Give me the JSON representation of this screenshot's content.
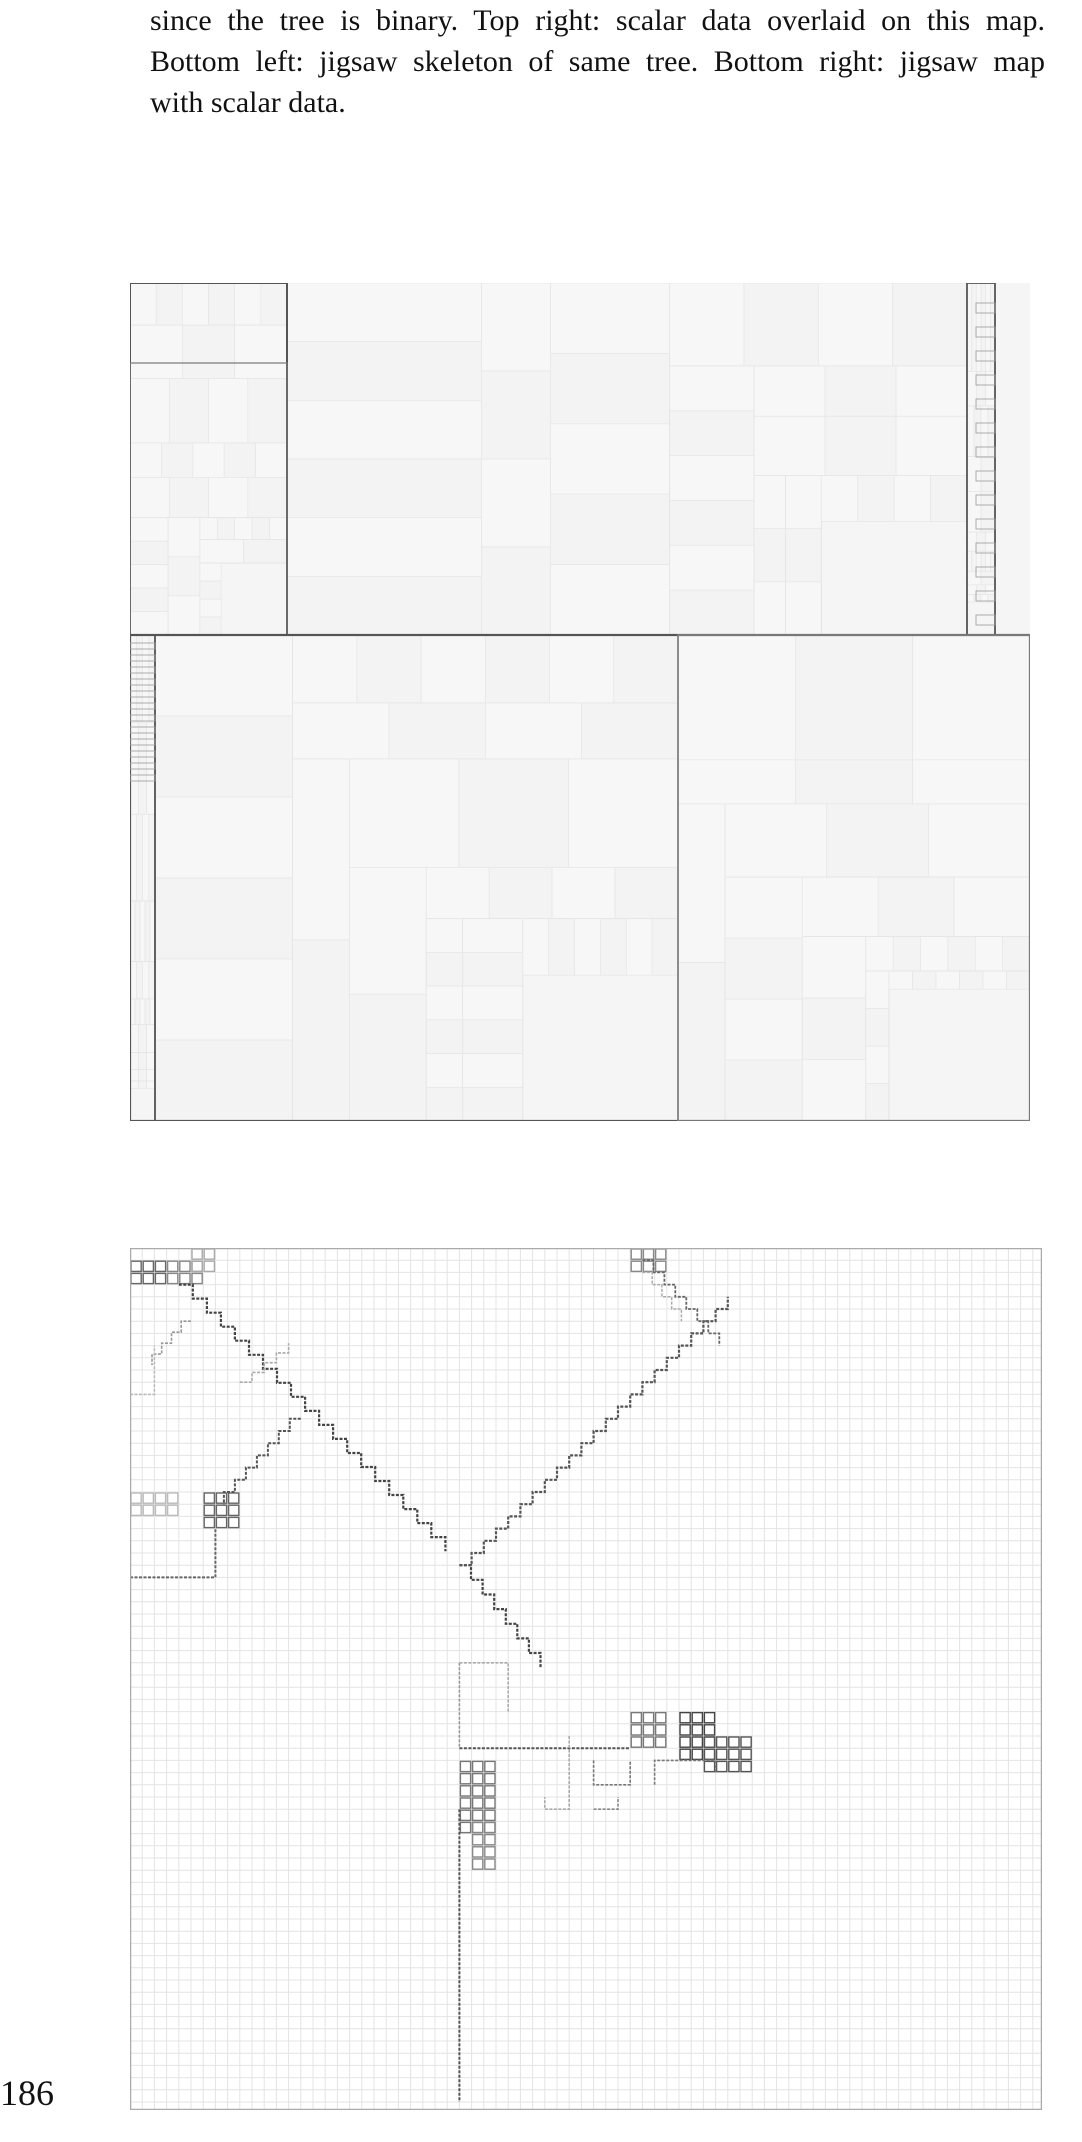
{
  "caption": {
    "lines": [
      "since the tree is binary. Top right: scalar data overlaid on this map.",
      "Bottom left: jigsaw skeleton of same tree. Bottom right: jigsaw map",
      "with scalar data."
    ]
  },
  "figures": {
    "treemap": "nested-rectangle treemap of binary tree",
    "jigsaw": "jigsaw skeleton grid with tree path"
  },
  "page_number": "186"
}
